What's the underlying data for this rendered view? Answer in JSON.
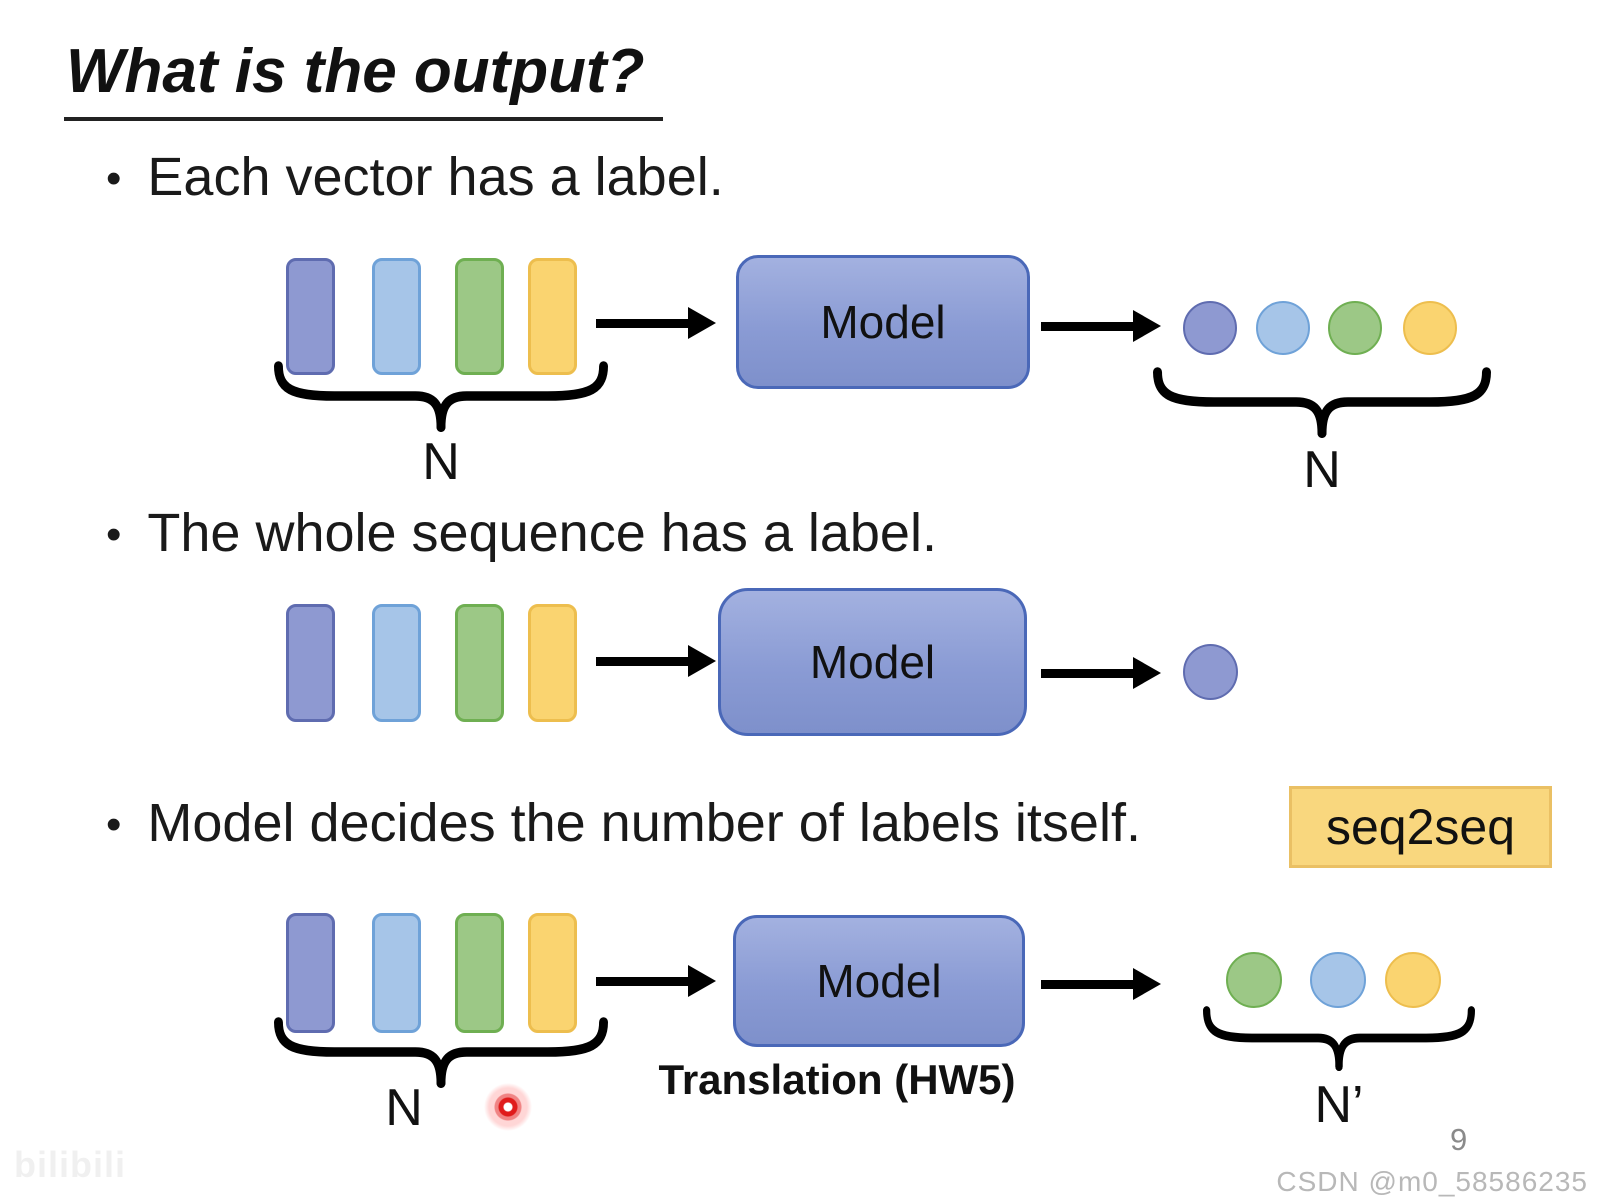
{
  "title": "What is the output?",
  "bullets": [
    {
      "label": "Each vector has a label."
    },
    {
      "label": "The whole sequence has a label."
    },
    {
      "label": "Model decides the number of labels itself."
    }
  ],
  "palette": {
    "purple": {
      "fill": "#8e99d1",
      "border": "#5f6cb0"
    },
    "blue": {
      "fill": "#a6c5e8",
      "border": "#6fa2d8"
    },
    "green": {
      "fill": "#9cc886",
      "border": "#6faf52"
    },
    "yellow": {
      "fill": "#fad470",
      "border": "#edbe4e"
    }
  },
  "model_box": {
    "fill_top": "#a3b1e0",
    "fill_bottom": "#7e90cb",
    "border": "#4a68b8"
  },
  "diagrams": {
    "row1": {
      "model_label": "Model",
      "input_vectors": [
        "purple",
        "blue",
        "green",
        "yellow"
      ],
      "input_brace_label": "N",
      "output_circles": [
        "purple",
        "blue",
        "green",
        "yellow"
      ],
      "output_brace_label": "N"
    },
    "row2": {
      "model_label": "Model",
      "input_vectors": [
        "purple",
        "blue",
        "green",
        "yellow"
      ],
      "output_circles": [
        "purple"
      ]
    },
    "row3": {
      "model_label": "Model",
      "caption": "Translation (HW5)",
      "input_vectors": [
        "purple",
        "blue",
        "green",
        "yellow"
      ],
      "input_brace_label": "N",
      "output_circles": [
        "green",
        "blue",
        "yellow"
      ],
      "output_brace_label": "N’"
    }
  },
  "tag": {
    "label": "seq2seq",
    "fill": "#f9d77e",
    "border": "#eac064"
  },
  "laser_pointer": {
    "color": "#e01b1b"
  },
  "footer": {
    "page_number": "9",
    "watermark": "CSDN @m0_58586235",
    "logo": "bilibili"
  }
}
